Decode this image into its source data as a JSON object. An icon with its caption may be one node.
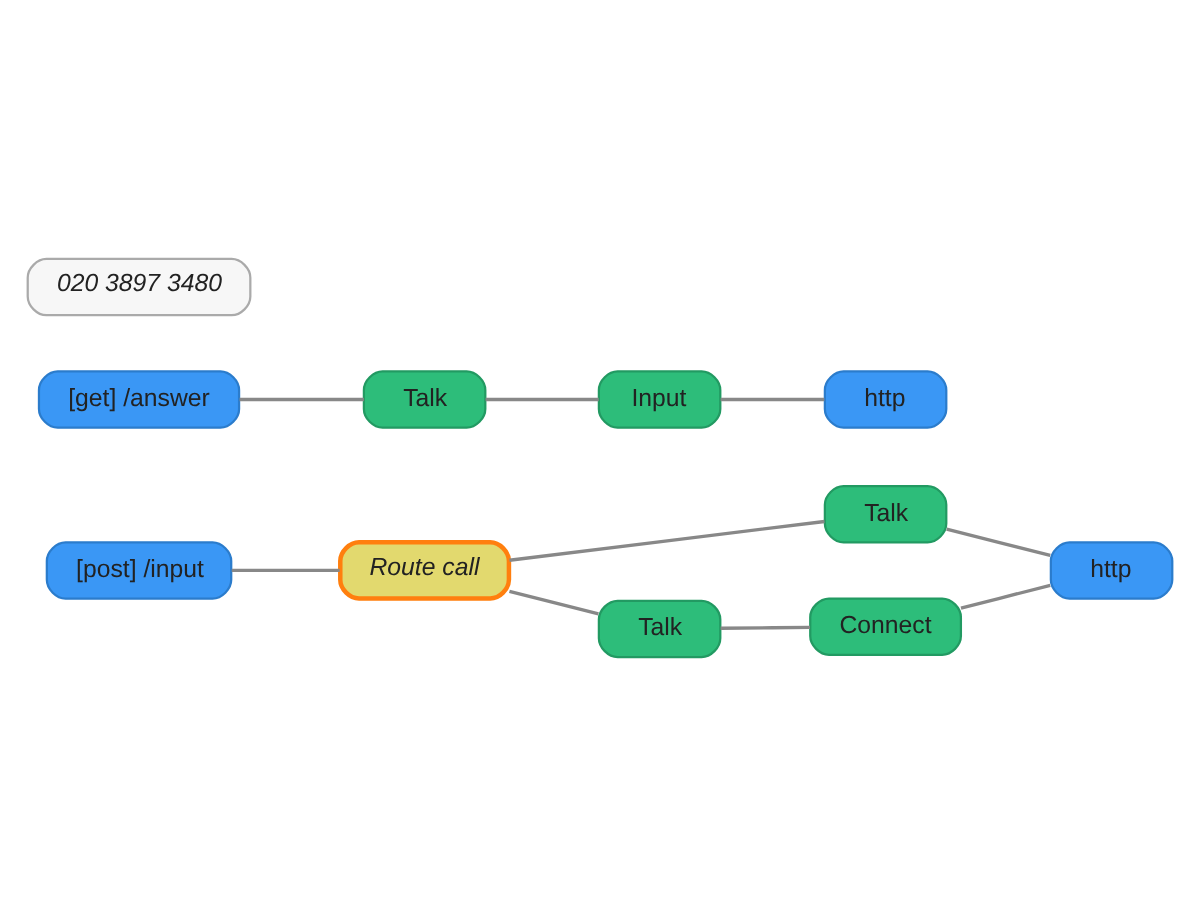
{
  "diagram": {
    "nodes": [
      {
        "text": [
          "020 3897 3480"
        ]
      },
      {
        "text": [
          "[get] /answer"
        ]
      },
      {
        "text": [
          "Talk"
        ]
      },
      {
        "text": [
          "Input"
        ]
      },
      {
        "text": [
          "http"
        ]
      },
      {
        "text": [
          "[post] /input"
        ]
      },
      {
        "text": [
          "Route call"
        ]
      },
      {
        "text": [
          "Talk"
        ]
      },
      {
        "text": [
          "Talk"
        ]
      },
      {
        "text": [
          "Connect"
        ]
      },
      {
        "text": [
          "http"
        ]
      }
    ],
    "edges": [
      {
        "from": 1,
        "to": 2,
        "arrow": "none"
      },
      {
        "from": 2,
        "to": 3,
        "arrow": "none"
      },
      {
        "from": 3,
        "to": 4,
        "arrow": "none"
      },
      {
        "from": 5,
        "to": 6,
        "arrow": "none"
      },
      {
        "from": 6,
        "to": 7,
        "arrow": "none"
      },
      {
        "from": 6,
        "to": 8,
        "arrow": "none"
      },
      {
        "from": 7,
        "to": 10,
        "arrow": "none"
      },
      {
        "from": 8,
        "to": 9,
        "arrow": "none"
      },
      {
        "from": 9,
        "to": 10,
        "arrow": "none"
      }
    ]
  }
}
